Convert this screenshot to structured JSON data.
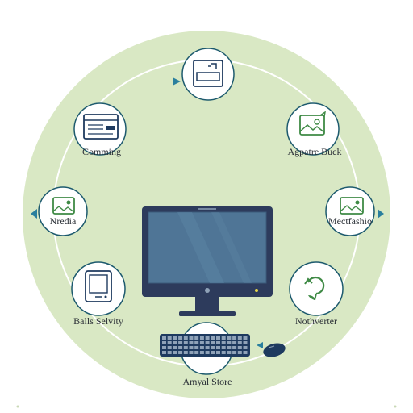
{
  "colors": {
    "background": "#ffffff",
    "circle_fill": "#d9e8c4",
    "node_fill": "#ffffff",
    "node_stroke": "#1d5a6e",
    "icon_green": "#3f8a45",
    "icon_navy": "#1e3a5f",
    "arrow_teal": "#2a7f9e",
    "monitor_frame": "#2d3b5c",
    "monitor_screen": "#4f7596",
    "label_text": "#2a2f36"
  },
  "nodes": [
    {
      "id": "top",
      "label": "",
      "icon": "display-window-icon"
    },
    {
      "id": "upper-left",
      "label": "Comming",
      "icon": "browser-card-icon"
    },
    {
      "id": "upper-right",
      "label": "Agpatre Buck",
      "icon": "image-gallery-icon"
    },
    {
      "id": "left",
      "label": "Nredia",
      "icon": "media-image-icon"
    },
    {
      "id": "right",
      "label": "Mectfashio",
      "icon": "photo-frame-icon"
    },
    {
      "id": "lower-left",
      "label": "Balls Selvity",
      "icon": "tablet-icon"
    },
    {
      "id": "lower-right",
      "label": "Nothverter",
      "icon": "recycle-leaf-icon"
    },
    {
      "id": "bottom",
      "label": "Amyal Store",
      "icon": "keyboard-icon"
    }
  ],
  "center": {
    "device": "desktop-monitor-icon"
  }
}
